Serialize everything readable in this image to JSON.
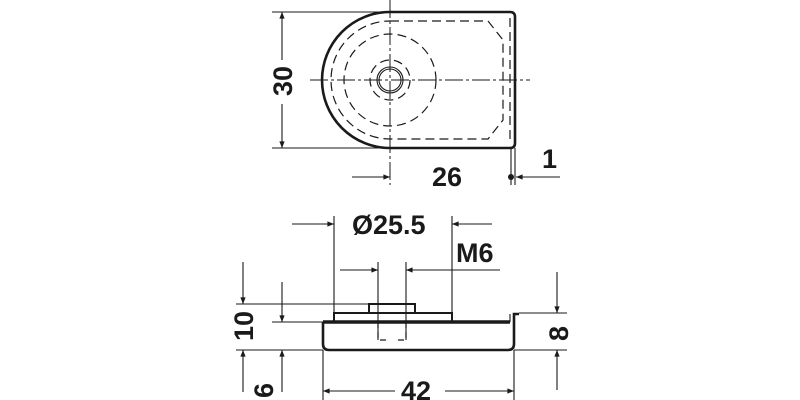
{
  "drawing": {
    "type": "technical-dimension-drawing",
    "top_view": {
      "height_label": "30",
      "width_label": "26",
      "offset_label": "1"
    },
    "side_view": {
      "diameter_label": "Ø25.5",
      "thread_label": "M6",
      "total_height_label": "10",
      "base_height_label": "6",
      "body_height_label": "8",
      "length_label": "42"
    },
    "colors": {
      "line": "#1a1a1a",
      "background": "#ffffff"
    }
  }
}
